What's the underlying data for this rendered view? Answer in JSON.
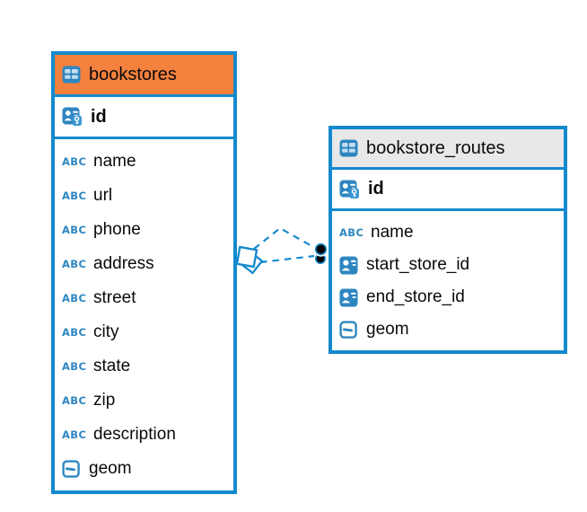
{
  "icons": {
    "text_type_label": "ABC"
  },
  "colors": {
    "table_border": "#1589cd",
    "relationship_line": "#1589cd",
    "bookstores_header": "#f5813e",
    "bookstore_routes_header": "#e8e8e8",
    "icon_blue": "#2e86c1"
  },
  "tables": [
    {
      "name": "bookstores",
      "primary_key": "id",
      "columns": [
        {
          "name": "name",
          "type": "text"
        },
        {
          "name": "url",
          "type": "text"
        },
        {
          "name": "phone",
          "type": "text"
        },
        {
          "name": "address",
          "type": "text"
        },
        {
          "name": "street",
          "type": "text"
        },
        {
          "name": "city",
          "type": "text"
        },
        {
          "name": "state",
          "type": "text"
        },
        {
          "name": "zip",
          "type": "text"
        },
        {
          "name": "description",
          "type": "text"
        },
        {
          "name": "geom",
          "type": "geometry"
        }
      ]
    },
    {
      "name": "bookstore_routes",
      "primary_key": "id",
      "columns": [
        {
          "name": "name",
          "type": "text"
        },
        {
          "name": "start_store_id",
          "type": "reference"
        },
        {
          "name": "end_store_id",
          "type": "reference"
        },
        {
          "name": "geom",
          "type": "geometry"
        }
      ]
    }
  ],
  "relationships": [
    {
      "from": "bookstores",
      "to": "bookstore_routes",
      "line_style": "dashed",
      "lines": 2
    }
  ]
}
